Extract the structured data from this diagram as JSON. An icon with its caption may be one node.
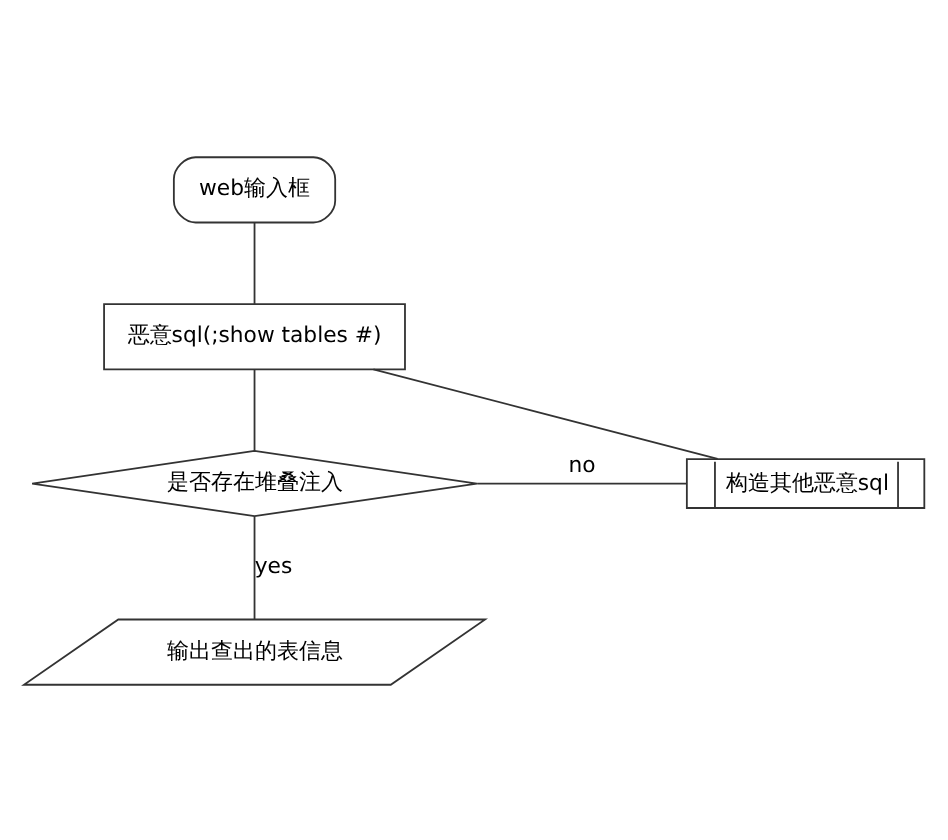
{
  "diagram": {
    "nodes": [
      {
        "text": [
          "web输入框"
        ]
      },
      {
        "text": [
          "恶意sql(;show tables #)"
        ]
      },
      {
        "text": [
          "是否存在堆叠注入"
        ]
      },
      {
        "text": [
          "构造其他恶意sql"
        ]
      },
      {
        "text": [
          "输出查出的表信息"
        ]
      }
    ],
    "edges": [
      {
        "from": 0,
        "to": 1,
        "arrow": "none"
      },
      {
        "from": 1,
        "to": 2,
        "arrow": "none"
      },
      {
        "from": 2,
        "to": 3,
        "arrow": "none",
        "label": "no"
      },
      {
        "from": 3,
        "to": 1,
        "arrow": "none"
      },
      {
        "from": 2,
        "to": 4,
        "arrow": "none",
        "label": "yes"
      }
    ]
  }
}
